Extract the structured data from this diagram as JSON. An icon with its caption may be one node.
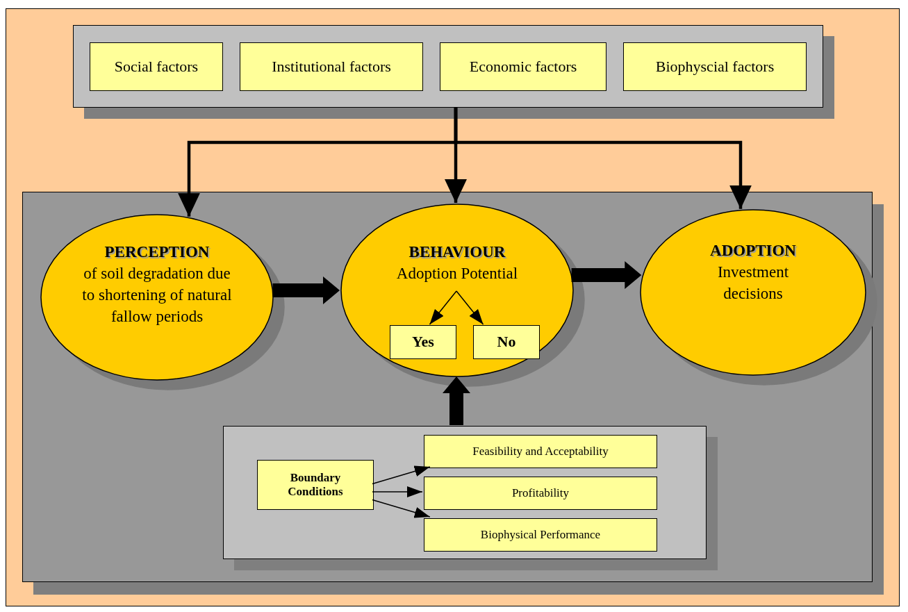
{
  "diagram": {
    "nodes": [
      {
        "text": [],
        "shape": "box"
      },
      {
        "text": [
          "Social factors"
        ],
        "in": 0
      },
      {
        "text": [
          "Institutional factors"
        ],
        "in": 0
      },
      {
        "text": [
          "Economic factors"
        ],
        "in": 0
      },
      {
        "text": [
          "Biophyscial factors"
        ],
        "in": 0
      },
      {
        "text": [],
        "shape": "box"
      },
      {
        "text": [
          "PERCEPTION",
          "of soil degradation due to shortening of natural fallow periods"
        ],
        "in": 5
      },
      {
        "text": [
          "BEHAVIOUR",
          "Adoption Potential"
        ],
        "in": 5
      },
      {
        "text": [
          "Yes"
        ],
        "in": 7
      },
      {
        "text": [
          "No"
        ],
        "in": 7
      },
      {
        "text": [
          "ADOPTION",
          "Investment decisions"
        ],
        "in": 5
      },
      {
        "text": [],
        "shape": "box",
        "in": 5
      },
      {
        "text": [
          "Boundary Conditions"
        ],
        "in": 11
      },
      {
        "text": [
          "Feasibility and Acceptability"
        ],
        "in": 11
      },
      {
        "text": [
          "Profitability"
        ],
        "in": 11
      },
      {
        "text": [
          "Biophysical Performance"
        ],
        "in": 11
      }
    ],
    "edges": [
      {
        "from": 0,
        "to": 6,
        "arrow": "to",
        "style": "thick"
      },
      {
        "from": 0,
        "to": 7,
        "arrow": "to",
        "style": "thick"
      },
      {
        "from": 0,
        "to": 10,
        "arrow": "to",
        "style": "thick"
      },
      {
        "from": 6,
        "to": 7,
        "arrow": "to",
        "style": "thick"
      },
      {
        "from": 7,
        "to": 10,
        "arrow": "to",
        "style": "thick"
      },
      {
        "from": 11,
        "to": 7,
        "arrow": "to",
        "style": "thick"
      },
      {
        "from": null,
        "to": 8,
        "arrow": "to"
      },
      {
        "from": null,
        "to": 9,
        "arrow": "to"
      },
      {
        "from": 12,
        "to": 13,
        "arrow": "to"
      },
      {
        "from": 12,
        "to": 14,
        "arrow": "to"
      },
      {
        "from": 12,
        "to": 15,
        "arrow": "to"
      }
    ]
  }
}
